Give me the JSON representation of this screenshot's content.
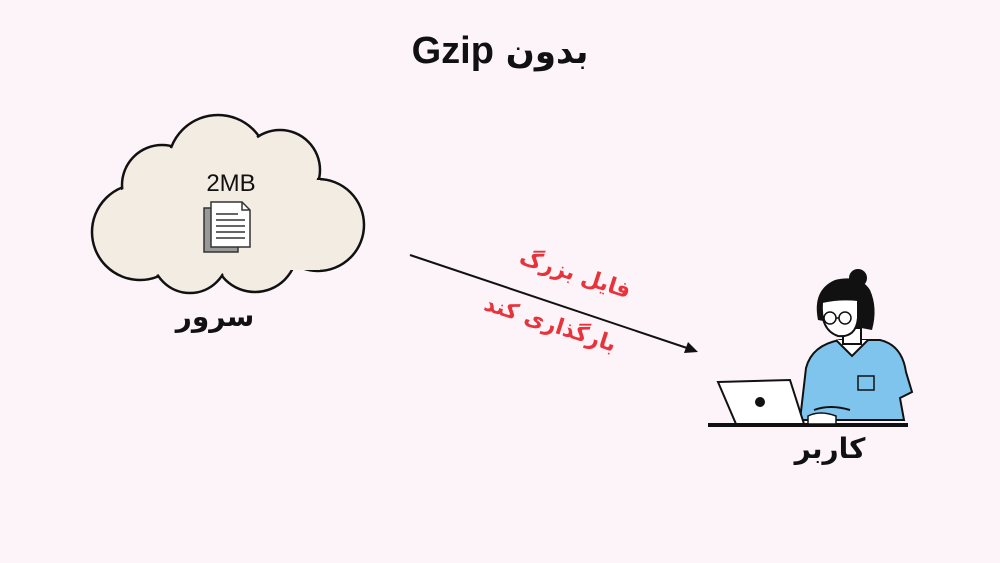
{
  "title": {
    "arabic": "بدون",
    "latin": "Gzip"
  },
  "server": {
    "label": "سرور",
    "file_size": "2MB",
    "icon": "document-icon"
  },
  "transfer": {
    "line1": "فایل بزرگ",
    "line2": "بارگذاری کند"
  },
  "user": {
    "label": "کاربر"
  },
  "colors": {
    "background": "#fcf4f8",
    "cloud_fill": "#f3ece3",
    "accent_text": "#e8333a",
    "shirt": "#7ec4ec"
  }
}
